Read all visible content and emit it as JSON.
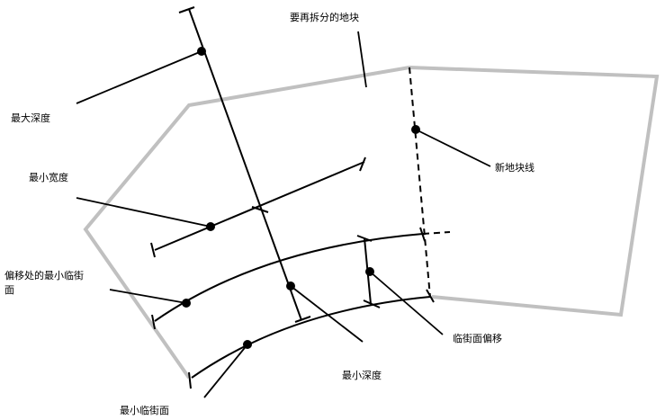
{
  "labels": {
    "parcel_to_split": "要再拆分的地块",
    "max_depth": "最大深度",
    "min_width": "最小宽度",
    "new_parcel_line": "新地块线",
    "min_frontage_at_offset_line1": "偏移处的最小临街",
    "min_frontage_at_offset_line2": "面",
    "frontage_offset": "临街面偏移",
    "min_depth": "最小深度",
    "min_frontage": "最小临街面"
  },
  "colors": {
    "parcel_outline": "#c0c0c0",
    "lines": "#000000"
  }
}
